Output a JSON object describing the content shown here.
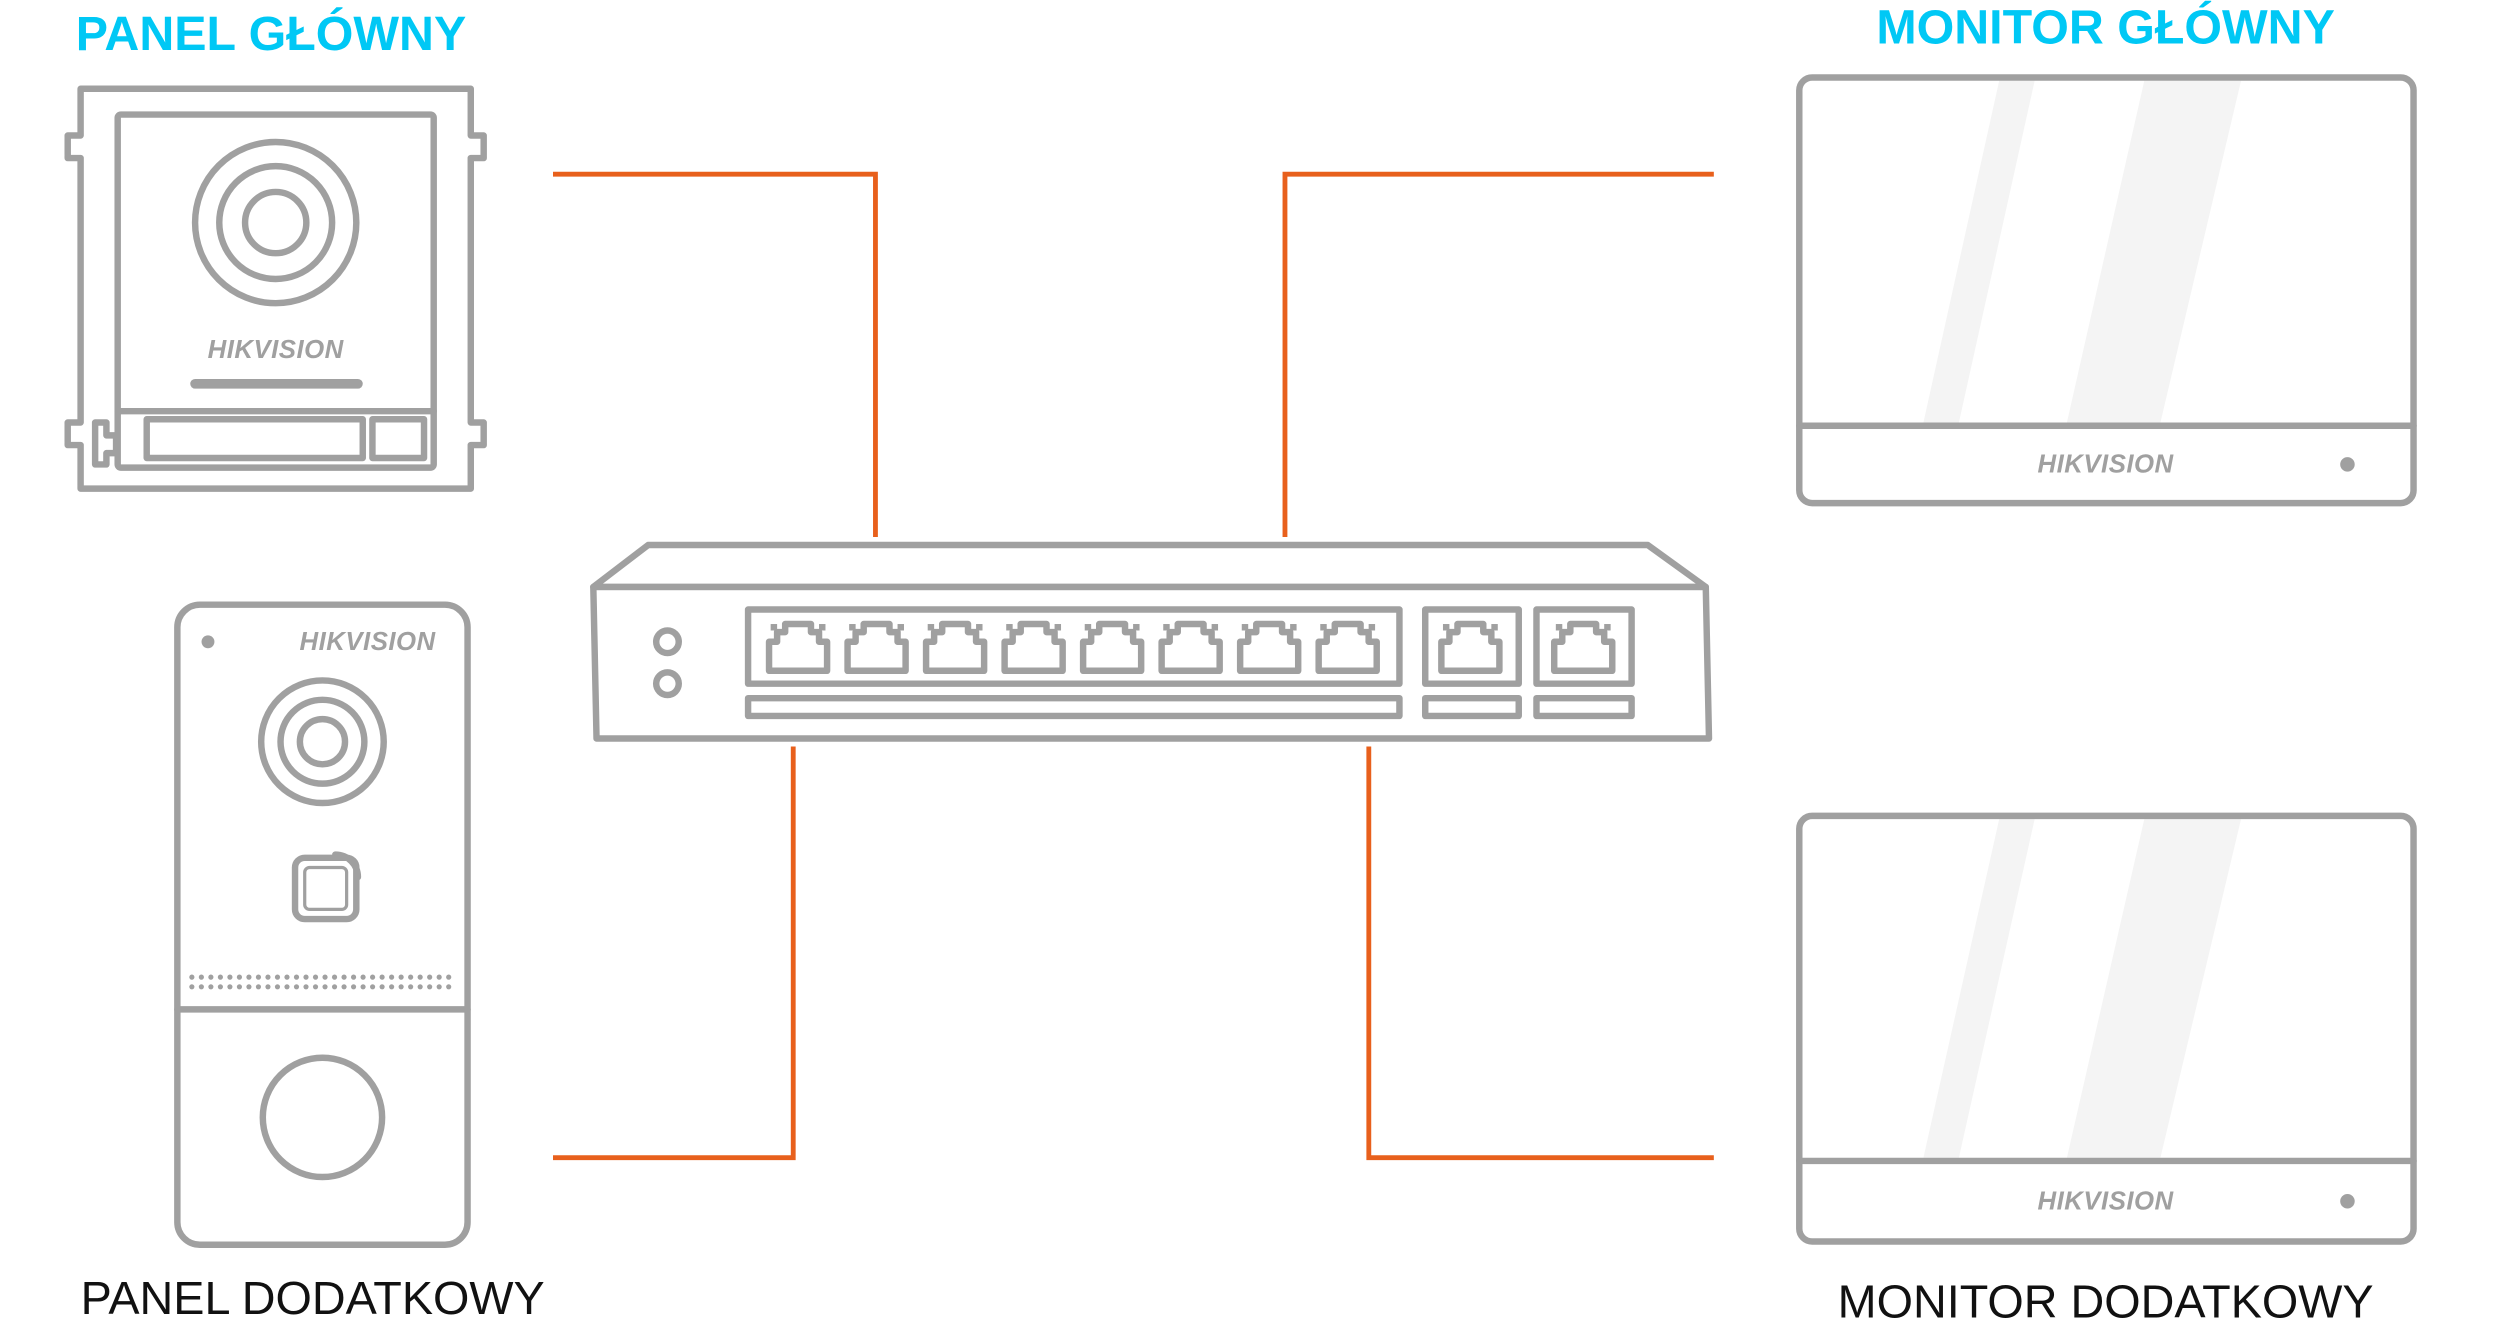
{
  "labels": {
    "main_panel": "PANEL GŁÓWNY",
    "main_monitor": "MONITOR GŁÓWNY",
    "extra_panel": "PANEL DODATKOWY",
    "extra_monitor": "MONITOR DODATKOWY"
  },
  "brand": "HIKVISION",
  "switch": {
    "main_ports": 8,
    "uplink_ports": 2
  },
  "colors": {
    "device": "#a0a0a0",
    "cable": "#e8601c",
    "heading": "#00c8f5",
    "text": "#111111"
  }
}
